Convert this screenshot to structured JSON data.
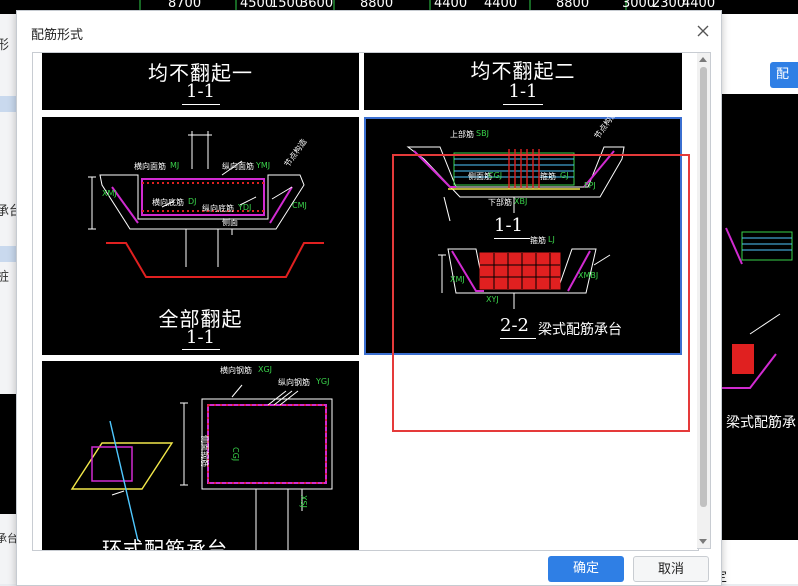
{
  "background": {
    "dims": [
      "8700",
      "4500",
      "1500",
      "3600",
      "8800",
      "4400",
      "4400",
      "8800",
      "3000",
      "2300",
      "4400"
    ],
    "left_fragments": [
      "形",
      "承台",
      "桩",
      "承台"
    ],
    "right_button_label": "配",
    "right_caption": "梁式配筋承",
    "right_confirm_fragment": "定"
  },
  "dialog": {
    "title": "配筋形式",
    "ok_label": "确定",
    "cancel_label": "取消"
  },
  "tiles": [
    {
      "title": "均不翻起一",
      "section": "1-1"
    },
    {
      "title": "均不翻起二",
      "section": "1-1"
    },
    {
      "title": "全部翻起",
      "section": "1-1",
      "labels": [
        "横向面筋",
        "MJ",
        "纵向面筋",
        "YMJ",
        "横向底筋",
        "DJ",
        "纵向底筋",
        "YDJ",
        "XMJ",
        "CMJ",
        "侧面",
        "节点构造"
      ]
    },
    {
      "title": "梁式配筋承台",
      "section_a": "1-1",
      "section_b": "2-2",
      "labels": [
        "上部筋",
        "SBJ",
        "侧面筋",
        "CGJ",
        "箍筋",
        "GJ",
        "下部筋",
        "XBJ",
        "FPJ",
        "XMJ",
        "XMBJ",
        "XYJ",
        "节点构造",
        "箍筋",
        "LJ"
      ]
    },
    {
      "title": "环式配筋承台",
      "labels": [
        "横向钢筋",
        "XGJ",
        "纵向钢筋",
        "YGJ",
        "侧面钢筋",
        "CGJ",
        "XSJ"
      ]
    }
  ],
  "colors": {
    "accent": "#2f7fe5",
    "highlight": "#e53a3a",
    "selected": "#3b6fd0",
    "cad_bg": "#000000"
  }
}
